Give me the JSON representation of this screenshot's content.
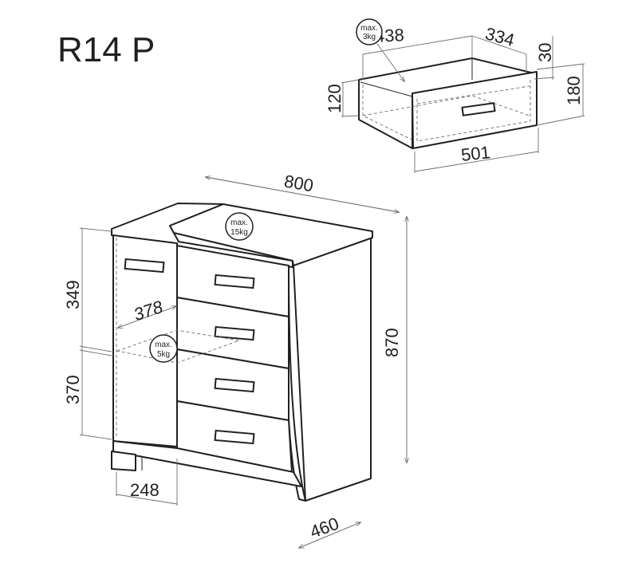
{
  "title": "R14 P",
  "drawer_detail": {
    "dimensions": {
      "width_inner": "438",
      "depth": "334",
      "top_gap": "30",
      "height_front": "180",
      "height_box": "120",
      "width_front": "501"
    },
    "load_badge": {
      "line1": "max.",
      "line2": "3kg"
    }
  },
  "cabinet": {
    "dimensions": {
      "width": "800",
      "height": "870",
      "depth": "460",
      "upper_section": "349",
      "lower_section": "370",
      "shelf_depth": "378",
      "door_width": "248"
    },
    "top_load_badge": {
      "line1": "max.",
      "line2": "15kg"
    },
    "shelf_load_badge": {
      "line1": "max.",
      "line2": "5kg"
    }
  }
}
